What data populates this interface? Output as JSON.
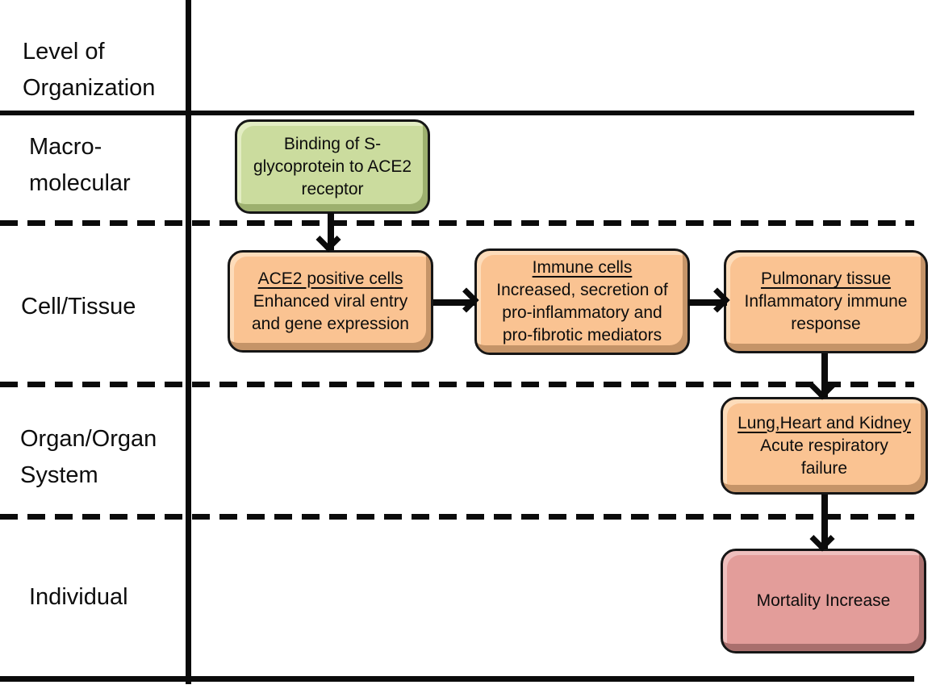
{
  "figure": {
    "type": "adverse-outcome-pathway-diagram",
    "axis_header": "Level of\nOrganization",
    "levels": [
      {
        "label": "Macro-\nmolecular"
      },
      {
        "label": "Cell/Tissue"
      },
      {
        "label": "Organ/Organ\nSystem"
      },
      {
        "label": "Individual"
      }
    ]
  },
  "nodes": [
    {
      "id": "binding",
      "text": "Binding of S-\nglycoprotein to ACE2\nreceptor",
      "fill": "#cbdc9e",
      "level": "Macro-molecular"
    },
    {
      "id": "ace2_cells",
      "title": "ACE2 positive cells",
      "text": "Enhanced viral entry\nand gene expression",
      "fill": "#fac392",
      "level": "Cell/Tissue"
    },
    {
      "id": "immune_cells",
      "title": "Immune cells",
      "text": "Increased, secretion of\npro-inflammatory and\npro-fibrotic mediators",
      "fill": "#fac392",
      "level": "Cell/Tissue"
    },
    {
      "id": "pulmonary_tissue",
      "title": "Pulmonary tissue",
      "text": "Inflammatory immune\nresponse",
      "fill": "#fac392",
      "level": "Cell/Tissue"
    },
    {
      "id": "lung_heart_kidney",
      "title": "Lung,Heart and Kidney",
      "text": "Acute respiratory\nfailure",
      "fill": "#fac392",
      "level": "Organ/Organ System"
    },
    {
      "id": "mortality",
      "text": "Mortality Increase",
      "fill": "#e39d9a",
      "level": "Individual"
    }
  ],
  "connections": [
    {
      "from": "binding",
      "to": "ace2_cells",
      "direction": "down"
    },
    {
      "from": "ace2_cells",
      "to": "immune_cells",
      "direction": "right"
    },
    {
      "from": "immune_cells",
      "to": "pulmonary_tissue",
      "direction": "right"
    },
    {
      "from": "pulmonary_tissue",
      "to": "lung_heart_kidney",
      "direction": "down"
    },
    {
      "from": "lung_heart_kidney",
      "to": "mortality",
      "direction": "down"
    }
  ],
  "colors": {
    "line": "#0b0b0b",
    "node_green": "#cbdc9e",
    "node_orange": "#fac392",
    "node_pink": "#e39d9a",
    "background": "#ffffff"
  }
}
